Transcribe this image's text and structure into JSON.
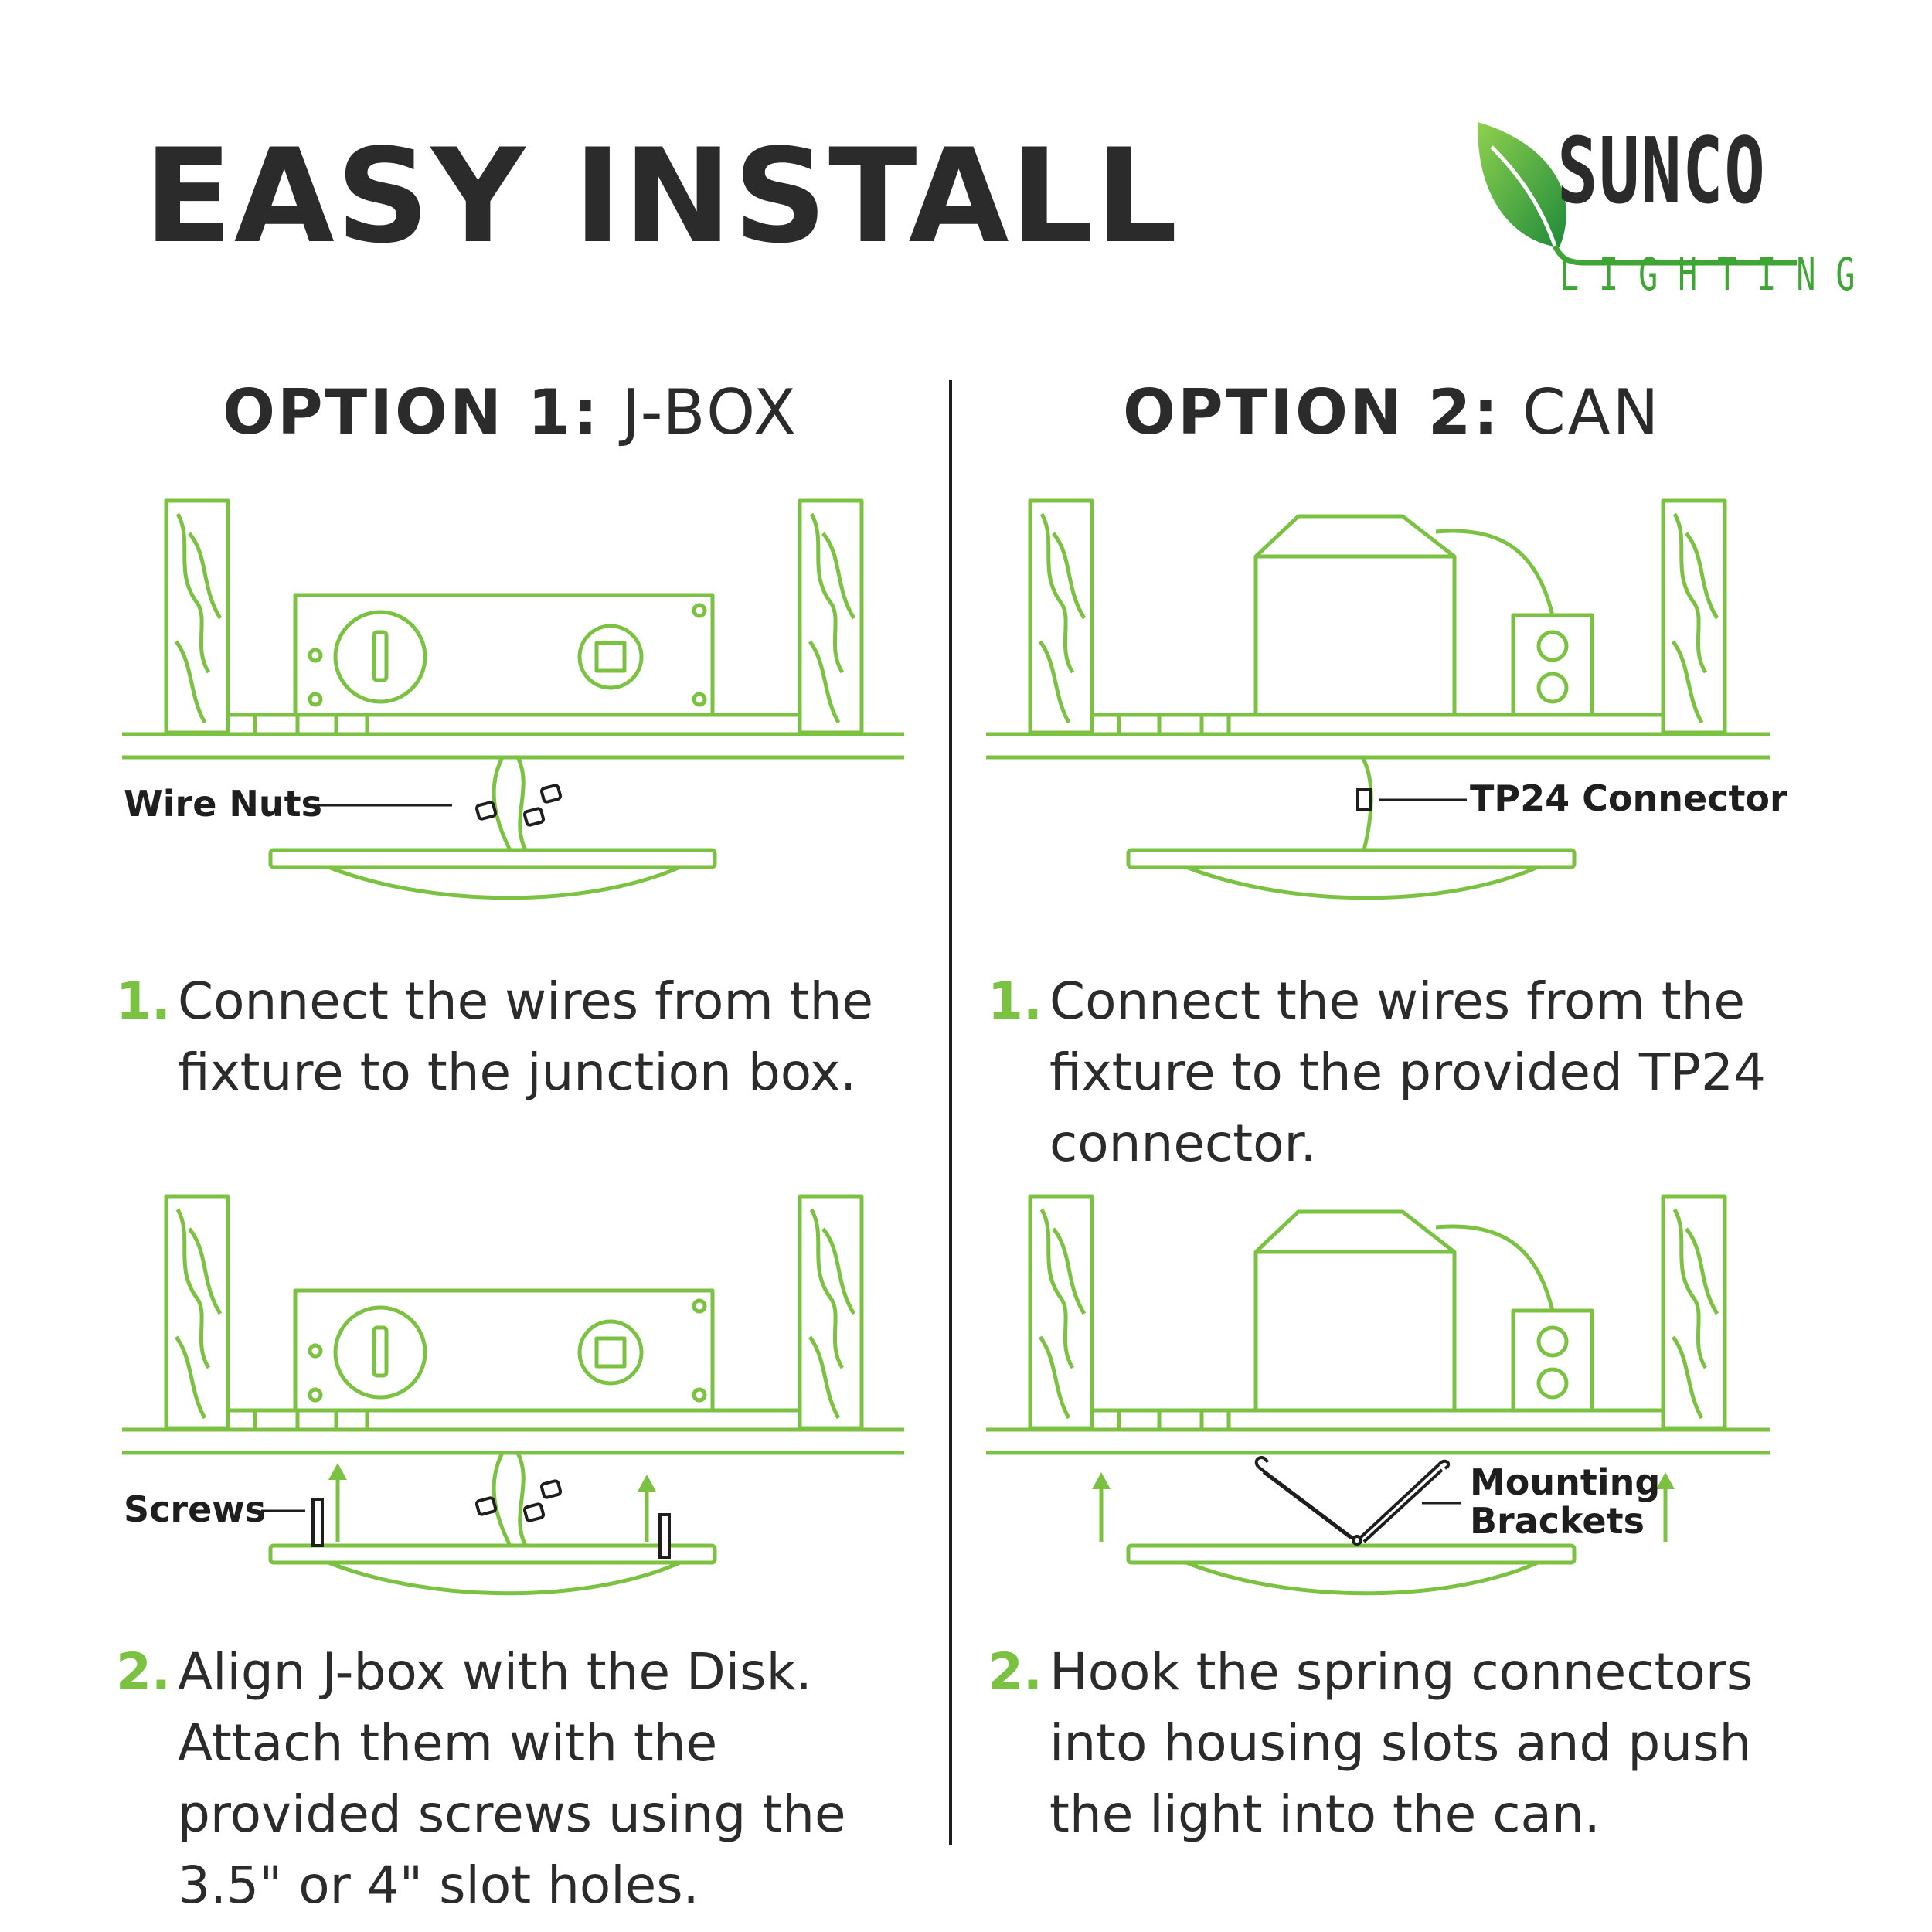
{
  "header": {
    "title": "EASY INSTALL",
    "brand_name": "SUNCO",
    "brand_sub": "LIGHTING"
  },
  "colors": {
    "accent_green": "#7cc242",
    "dark_text": "#2b2b2b",
    "logo_green": "#3fa535"
  },
  "option1": {
    "heading_bold": "OPTION 1:",
    "heading_rest": " J-BOX",
    "diagram1_label": "Wire Nuts",
    "step1_num": "1.",
    "step1_text": "Connect the wires from the fixture to the junction box.",
    "diagram2_label": "Screws",
    "step2_num": "2.",
    "step2_text": "Align J-box with the Disk. Attach them with the provided screws using the 3.5\" or 4\" slot holes."
  },
  "option2": {
    "heading_bold": "OPTION 2:",
    "heading_rest": " CAN",
    "diagram1_label": "TP24 Connector",
    "step1_num": "1.",
    "step1_text": "Connect the wires from the fixture to the provided TP24 connector.",
    "diagram2_label_line1": "Mounting",
    "diagram2_label_line2": "Brackets",
    "step2_num": "2.",
    "step2_text": "Hook the spring connectors into housing slots and push the light into the can."
  }
}
